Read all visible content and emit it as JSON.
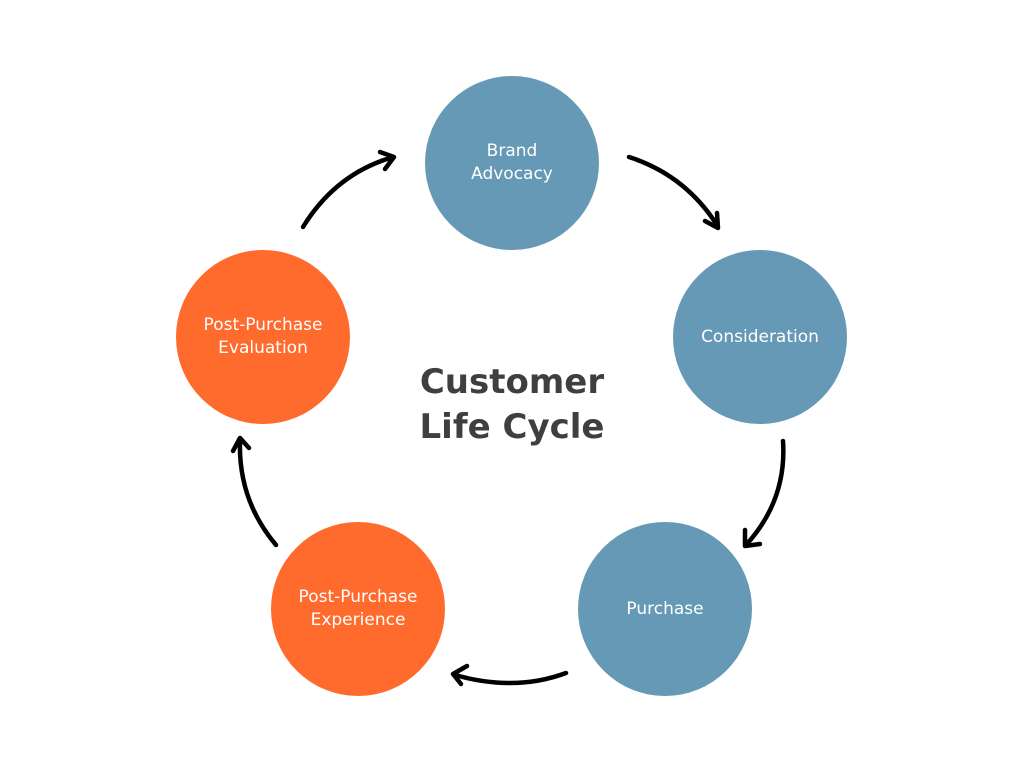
{
  "title": {
    "line1": "Customer",
    "line2": "Life Cycle"
  },
  "colors": {
    "blue": "#6699b5",
    "orange": "#ff6b2c",
    "arrow": "#000000",
    "title": "#3f3f3f"
  },
  "stages": [
    {
      "id": "brand-advocacy",
      "line1": "Brand",
      "line2": "Advocacy",
      "color": "blue"
    },
    {
      "id": "consideration",
      "line1": "Consideration",
      "line2": "",
      "color": "blue"
    },
    {
      "id": "purchase",
      "line1": "Purchase",
      "line2": "",
      "color": "blue"
    },
    {
      "id": "post-purchase-experience",
      "line1": "Post-Purchase",
      "line2": "Experience",
      "color": "orange"
    },
    {
      "id": "post-purchase-evaluation",
      "line1": "Post-Purchase",
      "line2": "Evaluation",
      "color": "orange"
    }
  ],
  "flow": [
    {
      "from": "brand-advocacy",
      "to": "consideration"
    },
    {
      "from": "consideration",
      "to": "purchase"
    },
    {
      "from": "purchase",
      "to": "post-purchase-experience"
    },
    {
      "from": "post-purchase-experience",
      "to": "post-purchase-evaluation"
    },
    {
      "from": "post-purchase-evaluation",
      "to": "brand-advocacy"
    }
  ]
}
